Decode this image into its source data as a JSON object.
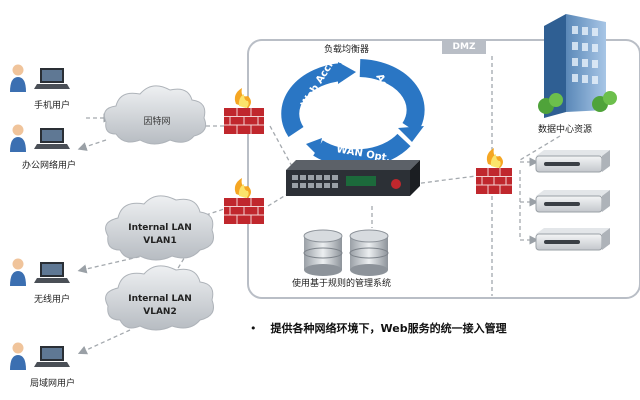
{
  "users": {
    "mobile": "手机用户",
    "office": "办公网络用户",
    "wireless": "无线用户",
    "lan": "局域网用户"
  },
  "clouds": {
    "internet": "因特网",
    "lan1": [
      "Internal LAN",
      "VLAN1"
    ],
    "lan2": [
      "Internal LAN",
      "VLAN2"
    ]
  },
  "load_balancer": {
    "title": "负载均衡器",
    "ring": [
      "Web Accl.",
      "Access",
      "WAN Opt."
    ]
  },
  "dmz_label": "DMZ",
  "datacenter_label": "数据中心资源",
  "management_label": "使用基于规则的管理系统",
  "note": {
    "bullet": "•",
    "text": "提供各种网络环境下，Web服务的统一接入管理"
  },
  "colors": {
    "arrow_blue": "#2a76c4",
    "firewall_red": "#c0272d",
    "frame_gray": "#b9bec6",
    "cloud_gray": "#c9cdd2"
  }
}
